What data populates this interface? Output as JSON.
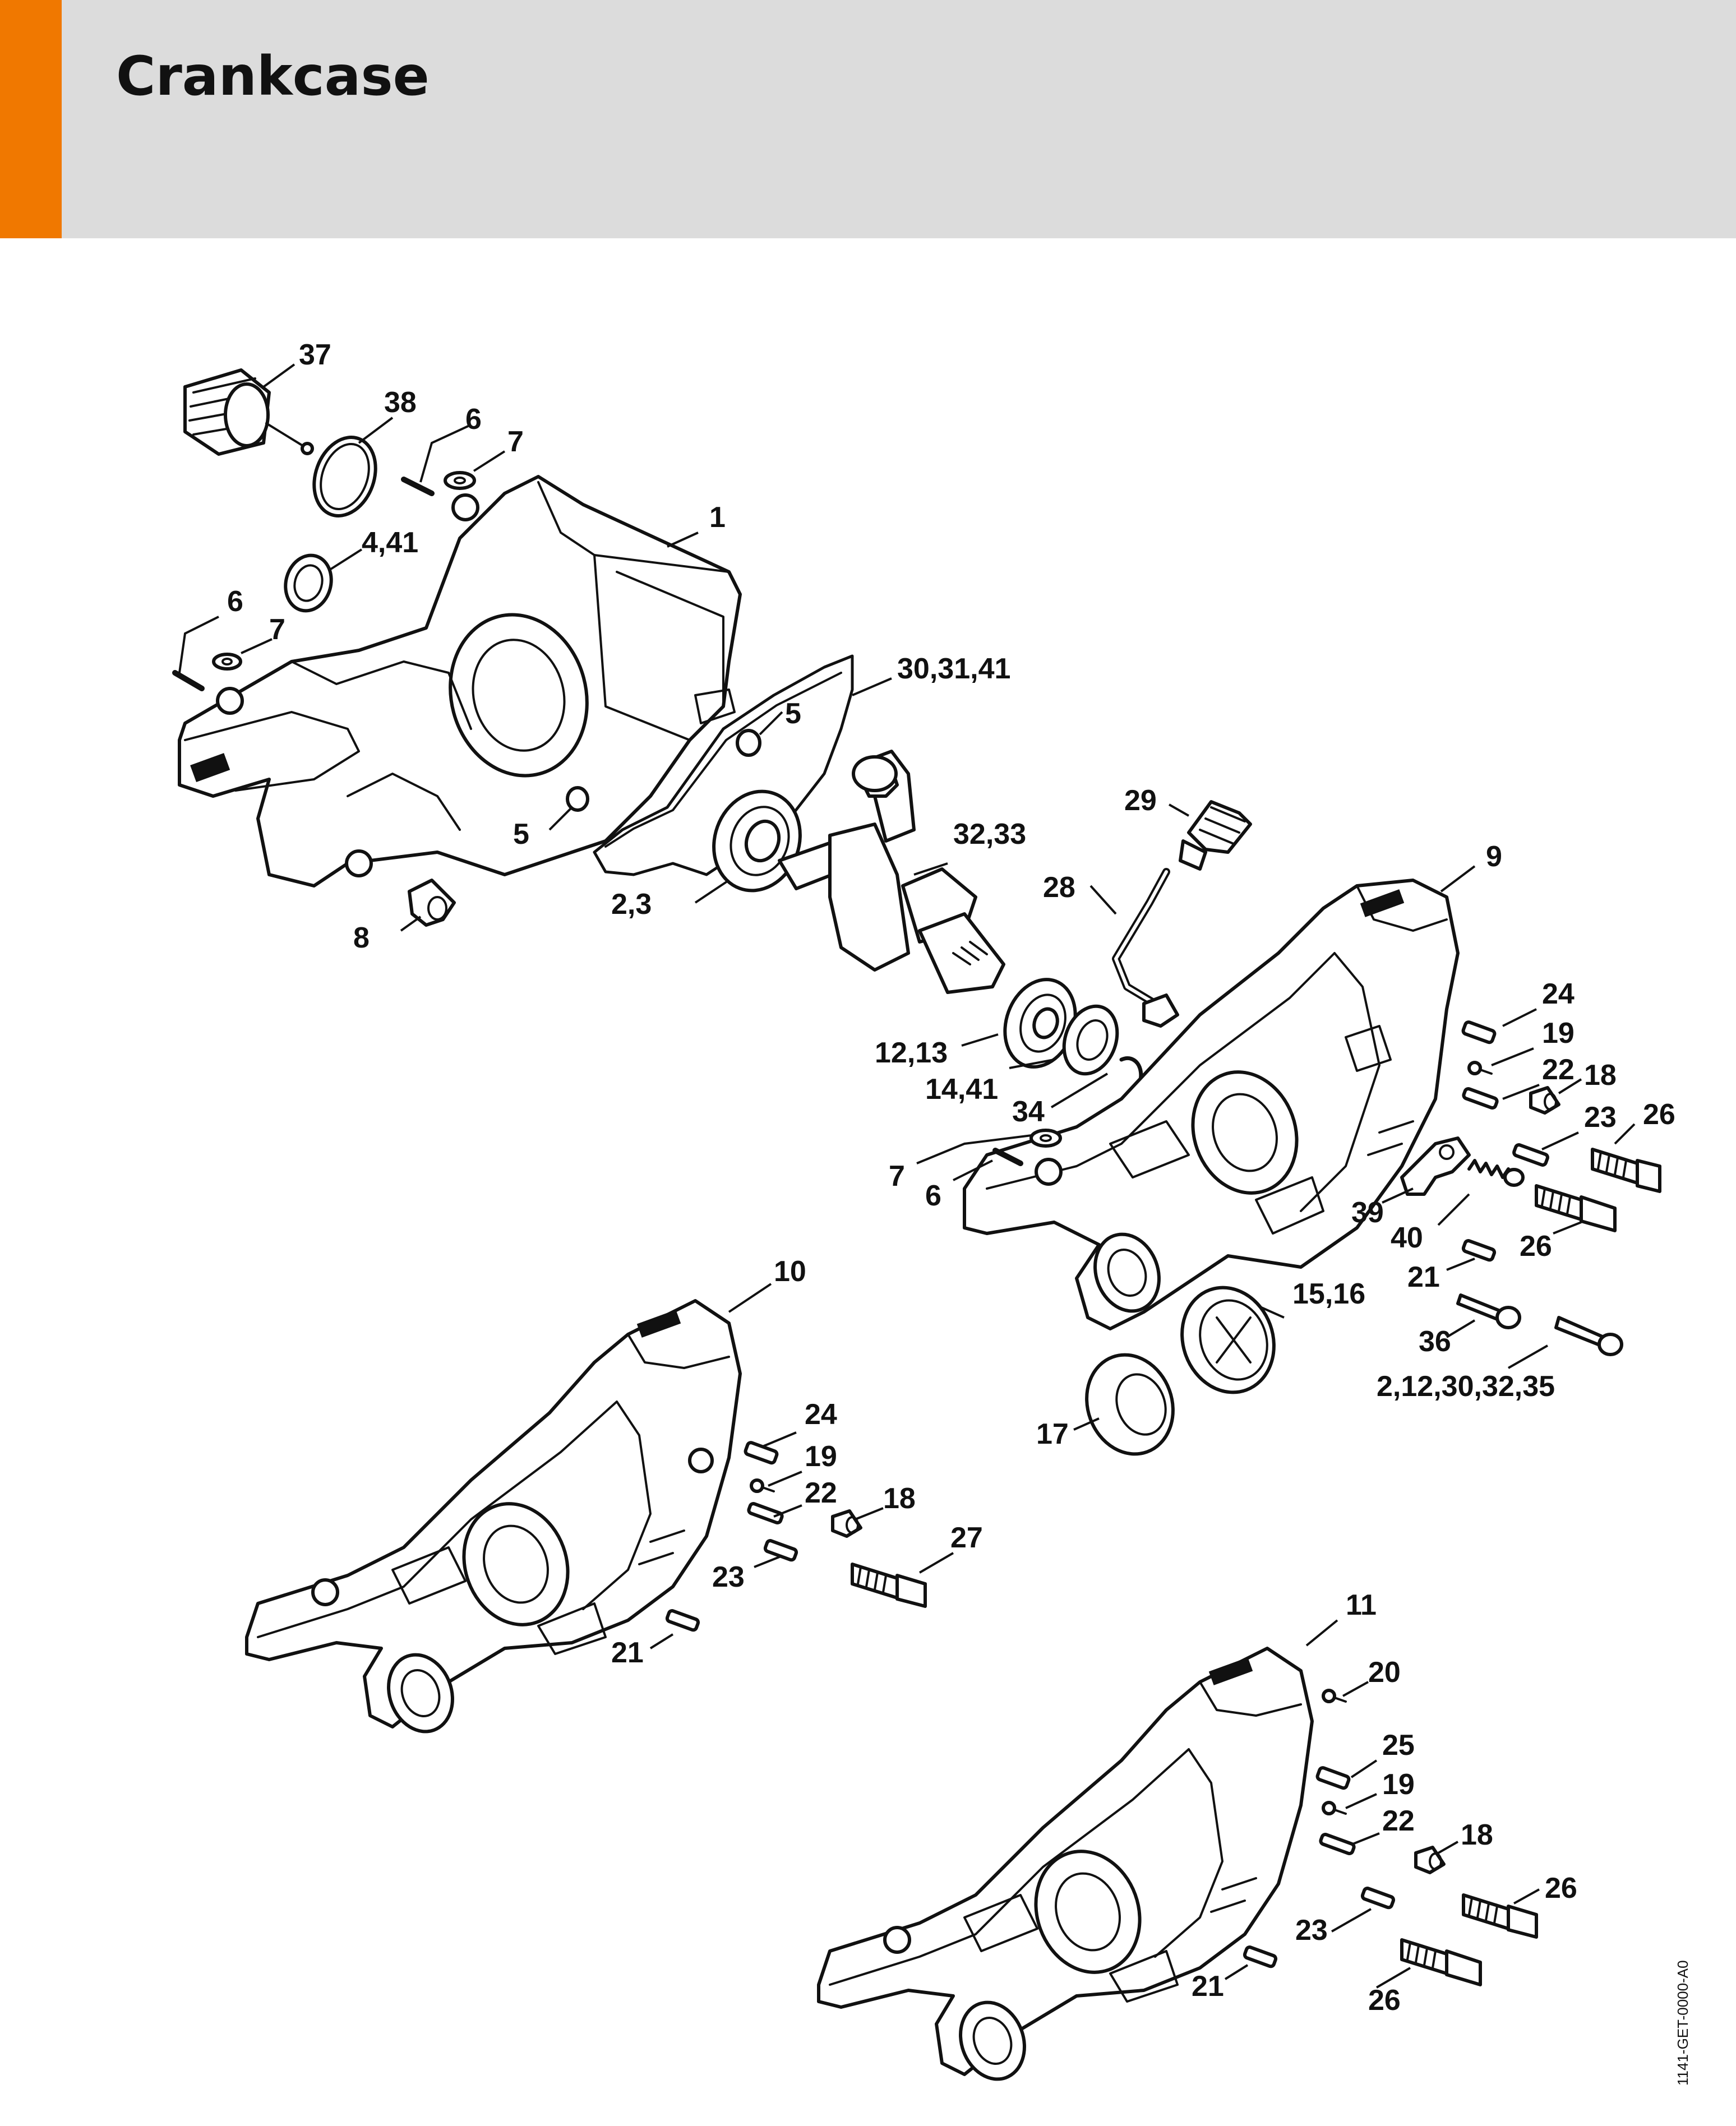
{
  "title": "Crankcase",
  "colors": {
    "accent": "#f07800",
    "header_bg": "#dcdcdc",
    "line": "#111111"
  },
  "doc_code": "1141-GET-0000-A0",
  "callouts": {
    "c37": "37",
    "c38": "38",
    "c6a": "6",
    "c7a": "7",
    "c1": "1",
    "c441": "4,41",
    "c6b": "6",
    "c7b": "7",
    "c303141": "30,31,41",
    "c5a": "5",
    "c5b": "5",
    "c8": "8",
    "c23a": "2,3",
    "c3233": "32,33",
    "c29": "29",
    "c28": "28",
    "c9": "9",
    "c1213": "12,13",
    "c1441": "14,41",
    "c34": "34",
    "c7c": "7",
    "c6c": "6",
    "c24a": "24",
    "c19a": "19",
    "c22a": "22",
    "c18a": "18",
    "c23b": "23",
    "c26a": "26",
    "c39": "39",
    "c40": "40",
    "c26b": "26",
    "c21a": "21",
    "c1516": "15,16",
    "c36": "36",
    "c2123035": "2,12,30,32,35",
    "c17": "17",
    "c10": "10",
    "c24b": "24",
    "c19b": "19",
    "c22b": "22",
    "c18b": "18",
    "c27": "27",
    "c23c": "23",
    "c21b": "21",
    "c11": "11",
    "c20": "20",
    "c25": "25",
    "c19c": "19",
    "c22c": "22",
    "c18c": "18",
    "c26c": "26",
    "c23d": "23",
    "c21c": "21",
    "c26d": "26"
  }
}
